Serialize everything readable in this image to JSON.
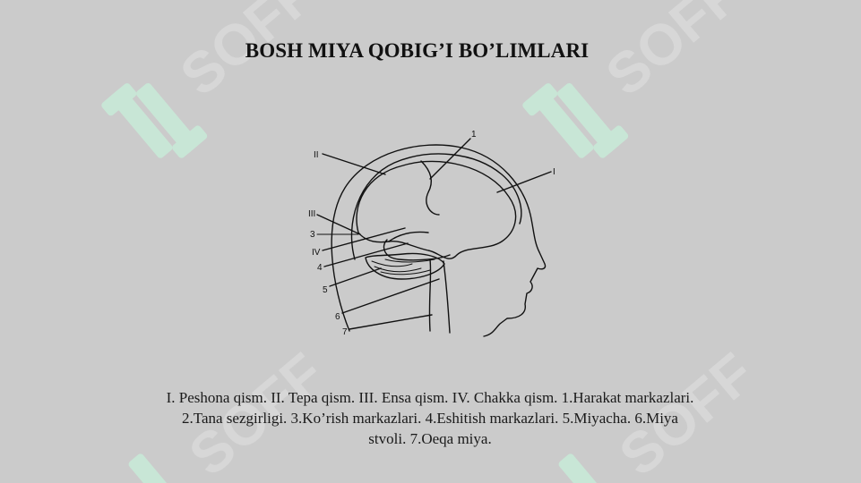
{
  "slide": {
    "title": "BOSH MIYA QOBIG’I BO’LIMLARI",
    "caption": "I. Peshona qism. II. Tepa qism. III. Ensa qism. IV. Chakka qism. 1.Harakat markazlari. 2.Tana sezgirligi. 3.Ko’rish markazlari. 4.Eshitish markazlari. 5.Miyacha. 6.Miya stvoli. 7.Oeqa miya."
  },
  "figure": {
    "labels": {
      "I": "I",
      "II": "II",
      "III": "III",
      "IV": "IV",
      "n1": "1",
      "n3": "3",
      "n4": "4",
      "n5": "5",
      "n6": "6",
      "n7": "7"
    }
  },
  "watermark": {
    "text": "SOFF",
    "color": "#c9ecd9"
  }
}
